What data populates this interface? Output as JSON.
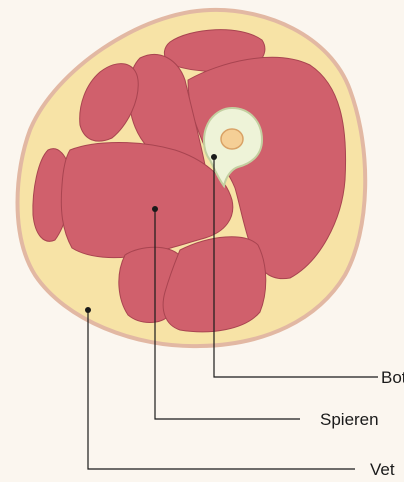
{
  "labels": {
    "bone": "Bot",
    "muscle": "Spieren",
    "fat": "Vet"
  },
  "colors": {
    "background": "#fbf6ef",
    "skin_outline": "#e2b8a3",
    "fat": "#f7e3a6",
    "muscle": "#d0606c",
    "muscle_outline": "#a84450",
    "bone": "#eef3d8",
    "bone_outline": "#c3cfa0",
    "marrow": "#f5cf96",
    "marrow_outline": "#d9a266",
    "leader_line": "#1a1a1a"
  }
}
